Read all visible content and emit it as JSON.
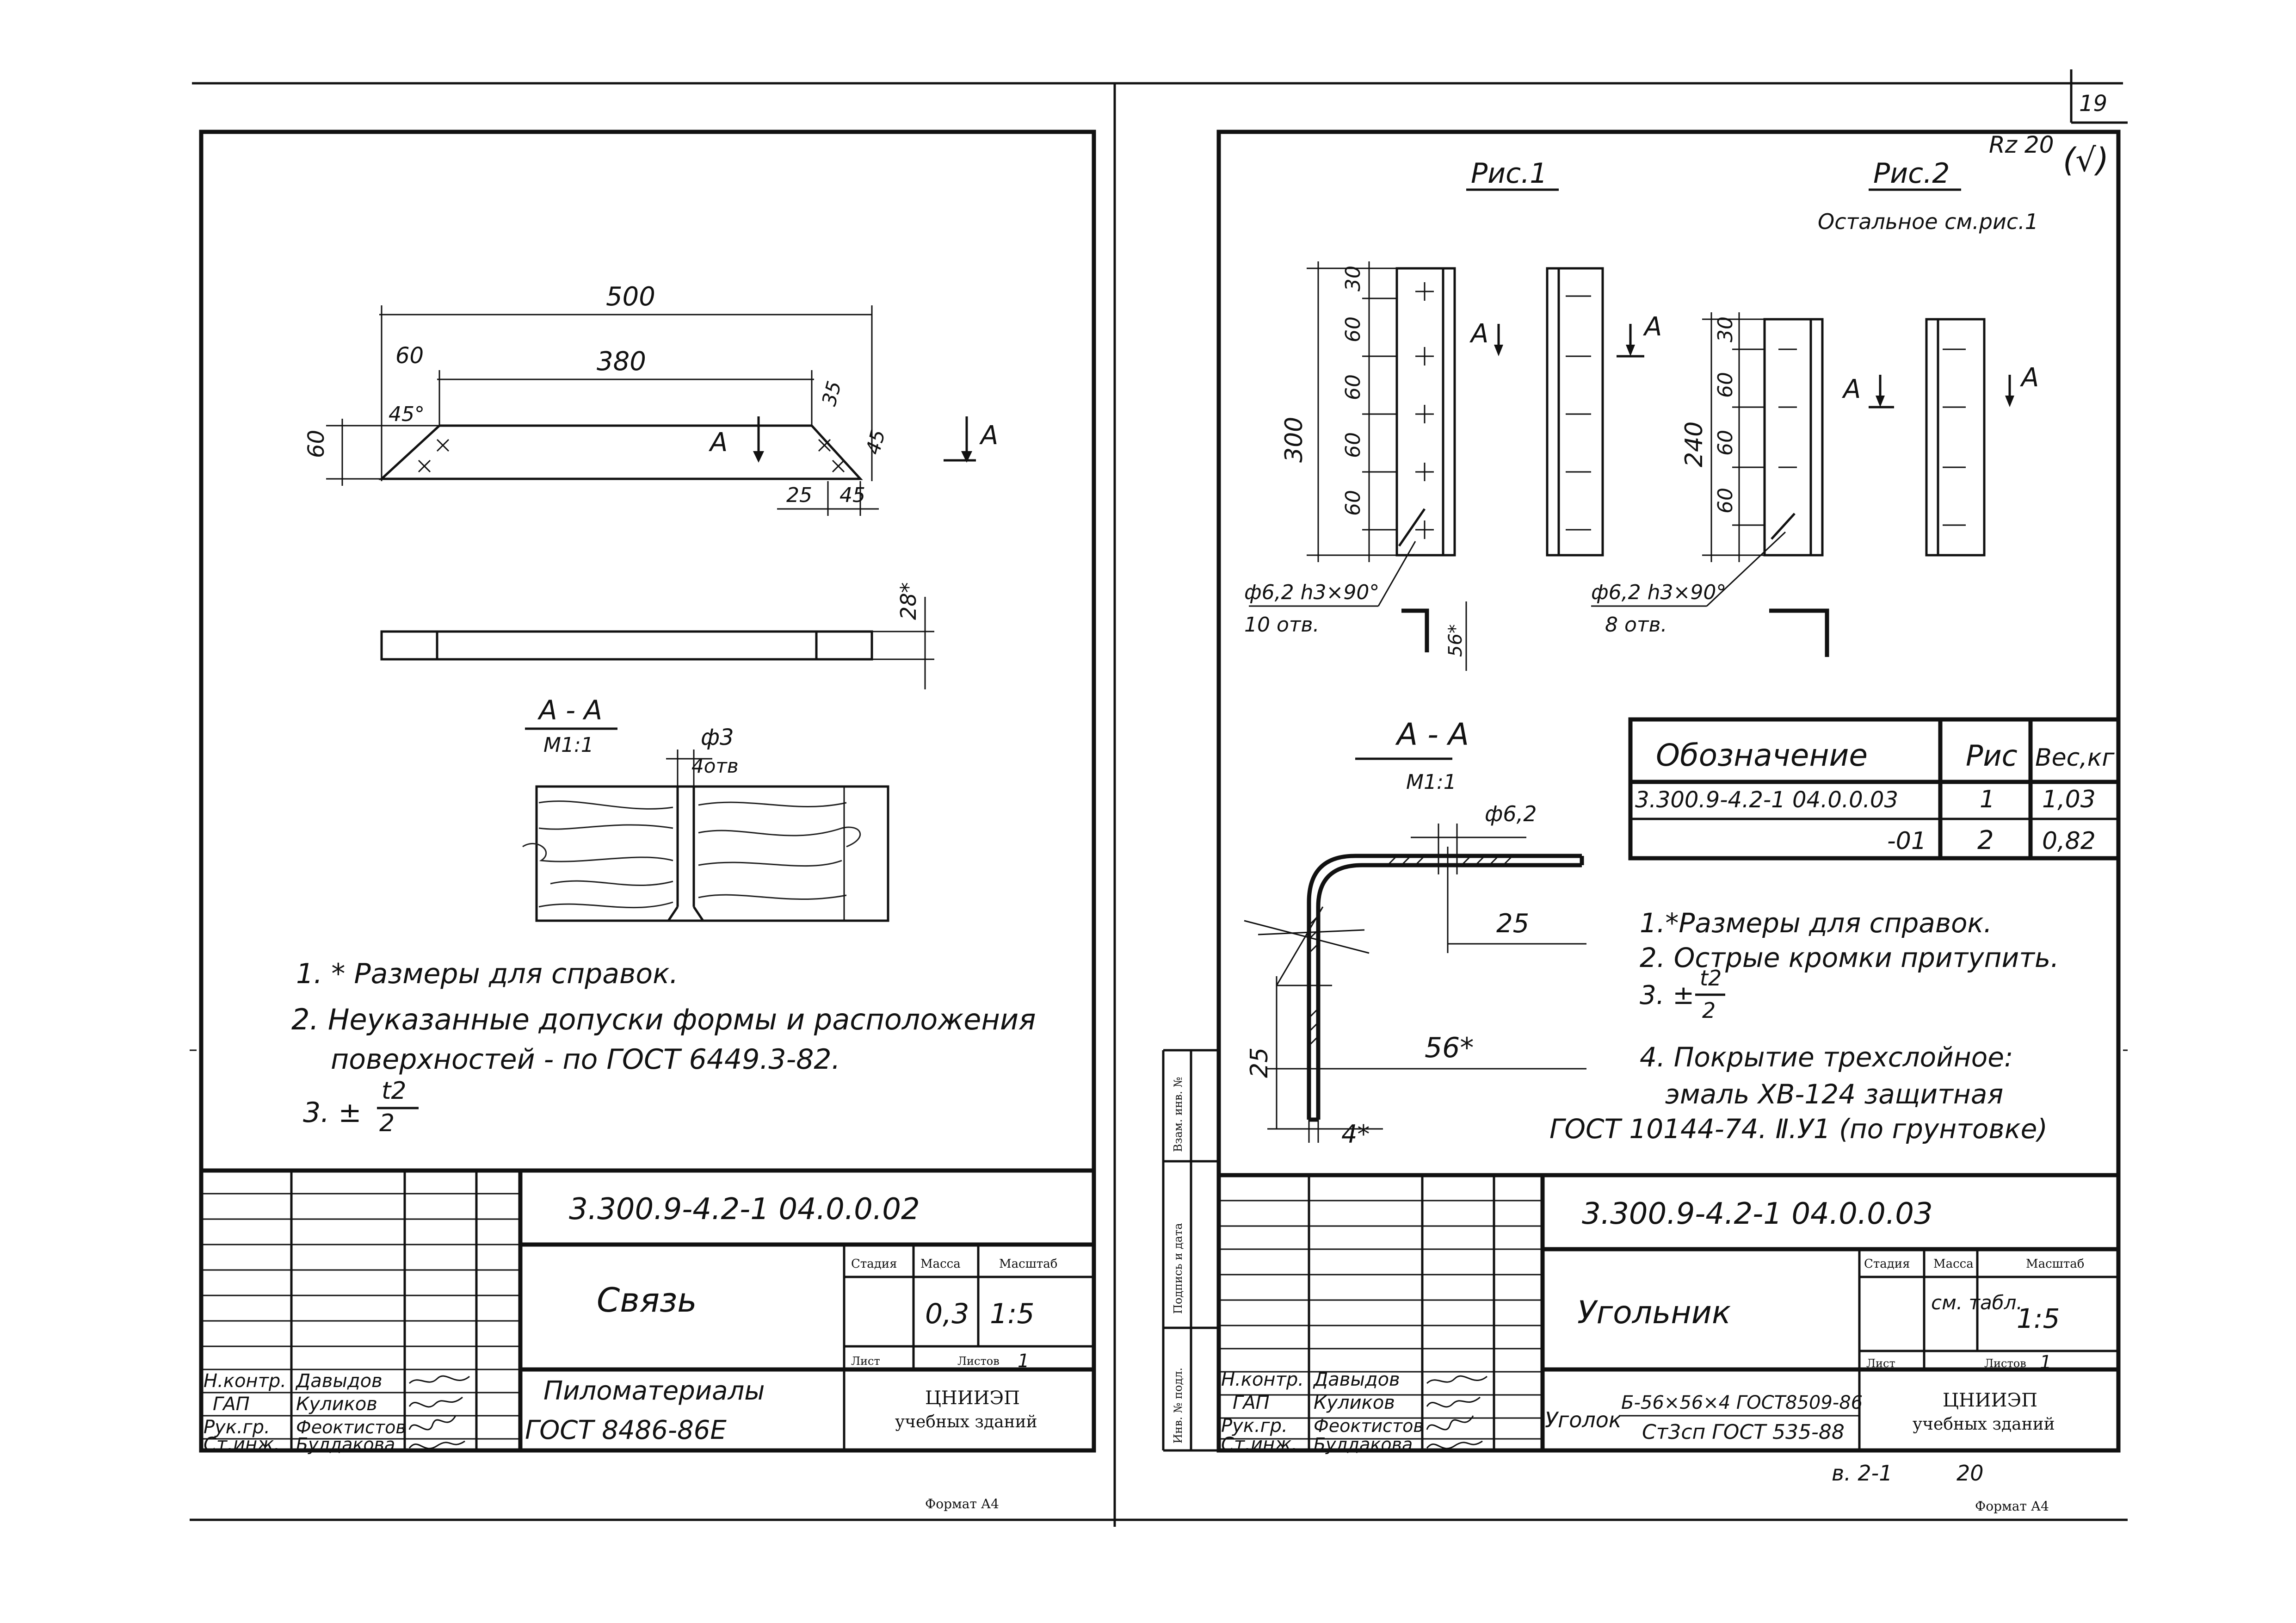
{
  "page_number": "19",
  "roughness_mark": "Rz 20",
  "roughness_bracket": "(√)",
  "left_drawing": {
    "dims": {
      "d500": "500",
      "d380": "380",
      "d60_top": "60",
      "d45deg": "45°",
      "d60_side": "60",
      "d35": "35",
      "d45_side": "45",
      "d25": "25",
      "d45_bottom": "45",
      "d28": "28*",
      "section_mark": "А"
    },
    "section": {
      "title": "А - А",
      "scale": "М1:1",
      "hole_dia": "ф3",
      "hole_count": "4отв"
    },
    "notes": [
      "1. * Размеры для справок.",
      "2. Неуказанные допуски формы и расположения",
      "поверхностей - по ГОСТ 6449.3-82.",
      "3. ±",
      "t2",
      "2"
    ],
    "title_block": {
      "designation": "3.300.9-4.2-1 04.0.0.02",
      "name": "Связь",
      "material_line1": "Пиломатериалы",
      "material_line2": "ГОСТ 8486-86Е",
      "stage_label": "Стадия",
      "mass_label": "Масса",
      "scale_label": "Масштаб",
      "mass": "0,3",
      "scale": "1:5",
      "sheet_label": "Лист",
      "sheets_label": "Листов",
      "sheets": "1",
      "org1": "ЦНИИЭП",
      "org2": "учебных зданий",
      "roles": [
        "Н.контр.",
        "ГАП",
        "Рук.гр.",
        "Ст.инж."
      ],
      "names": [
        "Давыдов",
        "Куликов",
        "Феоктистов",
        "Булдакова"
      ]
    },
    "format": "Формат А4"
  },
  "right_drawing": {
    "fig1_title": "Рис.1",
    "fig2_title": "Рис.2",
    "fig2_note": "Остальное см.рис.1",
    "fig1_dims": {
      "d300": "300",
      "d30": "30",
      "d60": "60",
      "hole_note": "ф6,2 h3×90°",
      "hole_count": "10 отв.",
      "d56": "56*"
    },
    "fig2_dims": {
      "d240": "240",
      "d30": "30",
      "d60": "60",
      "hole_note": "ф6,2 h3×90°",
      "hole_count": "8 отв."
    },
    "section_mark": "А",
    "section": {
      "title": "А - А",
      "scale": "М1:1",
      "hole_dia": "ф6,2",
      "d25_h": "25",
      "d25_v": "25",
      "d56": "56*",
      "d4": "4*"
    },
    "table": {
      "headers": [
        "Обозначение",
        "Рис",
        "Вес,кг"
      ],
      "rows": [
        [
          "3.300.9-4.2-1 04.0.0.03",
          "1",
          "1,03"
        ],
        [
          "-01",
          "2",
          "0,82"
        ]
      ]
    },
    "notes": [
      "1.*Размеры для справок.",
      "2. Острые кромки притупить.",
      "3. ±",
      "t2",
      "2",
      "4. Покрытие трехслойное:",
      "эмаль ХВ-124 защитная",
      "ГОСТ 10144-74. Ⅱ.У1 (по грунтовке)"
    ],
    "side_labels": [
      "Взам. инв. №",
      "Подпись и дата",
      "Инв. № подл."
    ],
    "title_block": {
      "designation": "3.300.9-4.2-1 04.0.0.03",
      "name": "Угольник",
      "material_prefix": "Уголок",
      "material_line1": "Б-56×56×4 ГОСТ8509-86",
      "material_line2": "Ст3сп ГОСТ 535-88",
      "stage_label": "Стадия",
      "mass_label": "Масса",
      "scale_label": "Масштаб",
      "mass": "см. табл.",
      "scale": "1:5",
      "sheet_label": "Лист",
      "sheets_label": "Листов",
      "sheets": "1",
      "org1": "ЦНИИЭП",
      "org2": "учебных зданий",
      "roles": [
        "Н.контр.",
        "ГАП",
        "Рук.гр.",
        "Ст.инж."
      ],
      "names": [
        "Давыдов",
        "Куликов",
        "Феоктистов",
        "Булдакова"
      ]
    },
    "bottom_code": "в. 2-1",
    "bottom_num": "20",
    "format": "Формат А4"
  }
}
